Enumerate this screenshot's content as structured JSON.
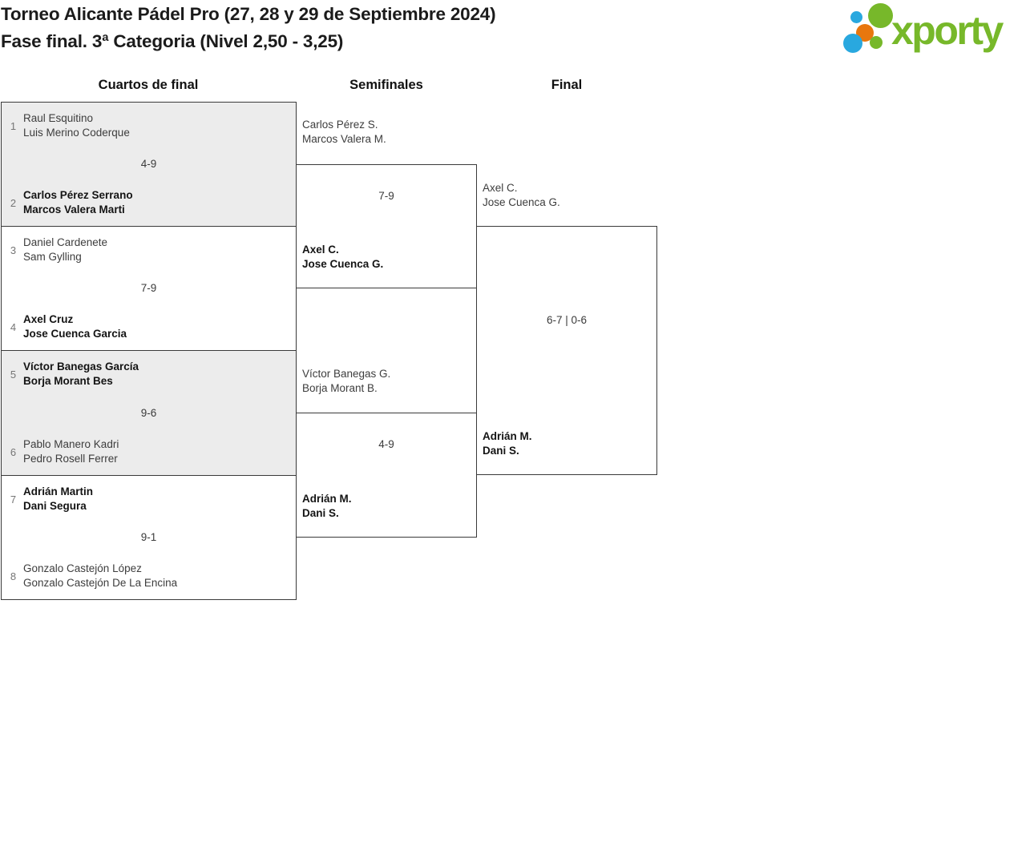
{
  "header": {
    "title_line1": "Torneo Alicante Pádel Pro (27, 28 y 29 de Septiembre 2024)",
    "title_line2": "Fase final. 3ª Categoria (Nivel 2,50 - 3,25)"
  },
  "logo": {
    "text": "xporty",
    "colors": {
      "green": "#77b82a",
      "blue": "#29a8df",
      "orange": "#e8770e"
    }
  },
  "colors": {
    "match_alt_background": "#ececec",
    "border": "#3a3a3a",
    "seed_gray": "#757575"
  },
  "rounds": {
    "quarterfinals": "Cuartos de final",
    "semifinals": "Semifinales",
    "final": "Final"
  },
  "quarterfinals": [
    {
      "seed_top": "1",
      "team_top_player1": "Raul Esquitino",
      "team_top_player2": "Luis Merino Coderque",
      "score": "4-9",
      "seed_bottom": "2",
      "team_bottom_player1": "Carlos Pérez Serrano",
      "team_bottom_player2": "Marcos Valera Marti",
      "winner": "bottom"
    },
    {
      "seed_top": "3",
      "team_top_player1": "Daniel Cardenete",
      "team_top_player2": "Sam Gylling",
      "score": "7-9",
      "seed_bottom": "4",
      "team_bottom_player1": "Axel Cruz",
      "team_bottom_player2": "Jose Cuenca Garcia",
      "winner": "bottom"
    },
    {
      "seed_top": "5",
      "team_top_player1": "Víctor Banegas García",
      "team_top_player2": "Borja Morant Bes",
      "score": "9-6",
      "seed_bottom": "6",
      "team_bottom_player1": "Pablo Manero Kadri",
      "team_bottom_player2": "Pedro Rosell Ferrer",
      "winner": "top"
    },
    {
      "seed_top": "7",
      "team_top_player1": "Adrián Martin",
      "team_top_player2": "Dani Segura",
      "score": "9-1",
      "seed_bottom": "8",
      "team_bottom_player1": "Gonzalo Castejón López",
      "team_bottom_player2": "Gonzalo Castejón De La Encina",
      "winner": "top"
    }
  ],
  "semifinals": [
    {
      "team_top_player1": "Carlos Pérez S.",
      "team_top_player2": "Marcos Valera M.",
      "score": "7-9",
      "team_bottom_player1": "Axel C.",
      "team_bottom_player2": "Jose Cuenca G.",
      "winner": "bottom"
    },
    {
      "team_top_player1": "Víctor Banegas G.",
      "team_top_player2": "Borja Morant B.",
      "score": "4-9",
      "team_bottom_player1": "Adrián M.",
      "team_bottom_player2": "Dani S.",
      "winner": "bottom"
    }
  ],
  "final": {
    "team_top_player1": "Axel C.",
    "team_top_player2": "Jose Cuenca G.",
    "score": "6-7 | 0-6",
    "team_bottom_player1": "Adrián M.",
    "team_bottom_player2": "Dani S.",
    "winner": "bottom"
  }
}
